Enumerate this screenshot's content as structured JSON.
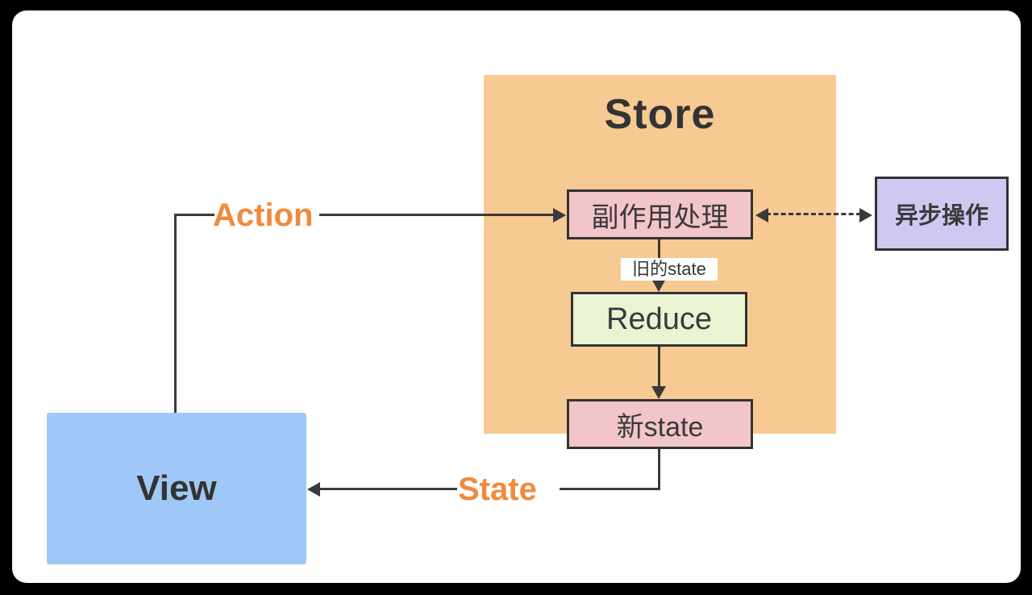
{
  "diagram": {
    "store": {
      "title": "Store"
    },
    "nodes": {
      "side_effect": {
        "label": "副作用处理"
      },
      "reduce": {
        "label": "Reduce"
      },
      "new_state": {
        "label": "新state"
      },
      "async_op": {
        "label": "异步操作"
      },
      "view": {
        "label": "View"
      }
    },
    "edges": {
      "action_label": "Action",
      "state_label": "State",
      "old_state_label": "旧的state"
    },
    "colors": {
      "frame_bg": "#000000",
      "canvas_bg": "#FFFFFF",
      "store_bg": "#F6CA92",
      "side_effect_bg": "#F2C5CA",
      "new_state_bg": "#F2C5CA",
      "reduce_bg": "#E9F5D2",
      "async_op_bg": "#CDC9F1",
      "view_bg": "#A0C8F6",
      "accent_text": "#F08A3C",
      "stroke": "#3A3A3A",
      "dark_text": "#333333"
    }
  }
}
